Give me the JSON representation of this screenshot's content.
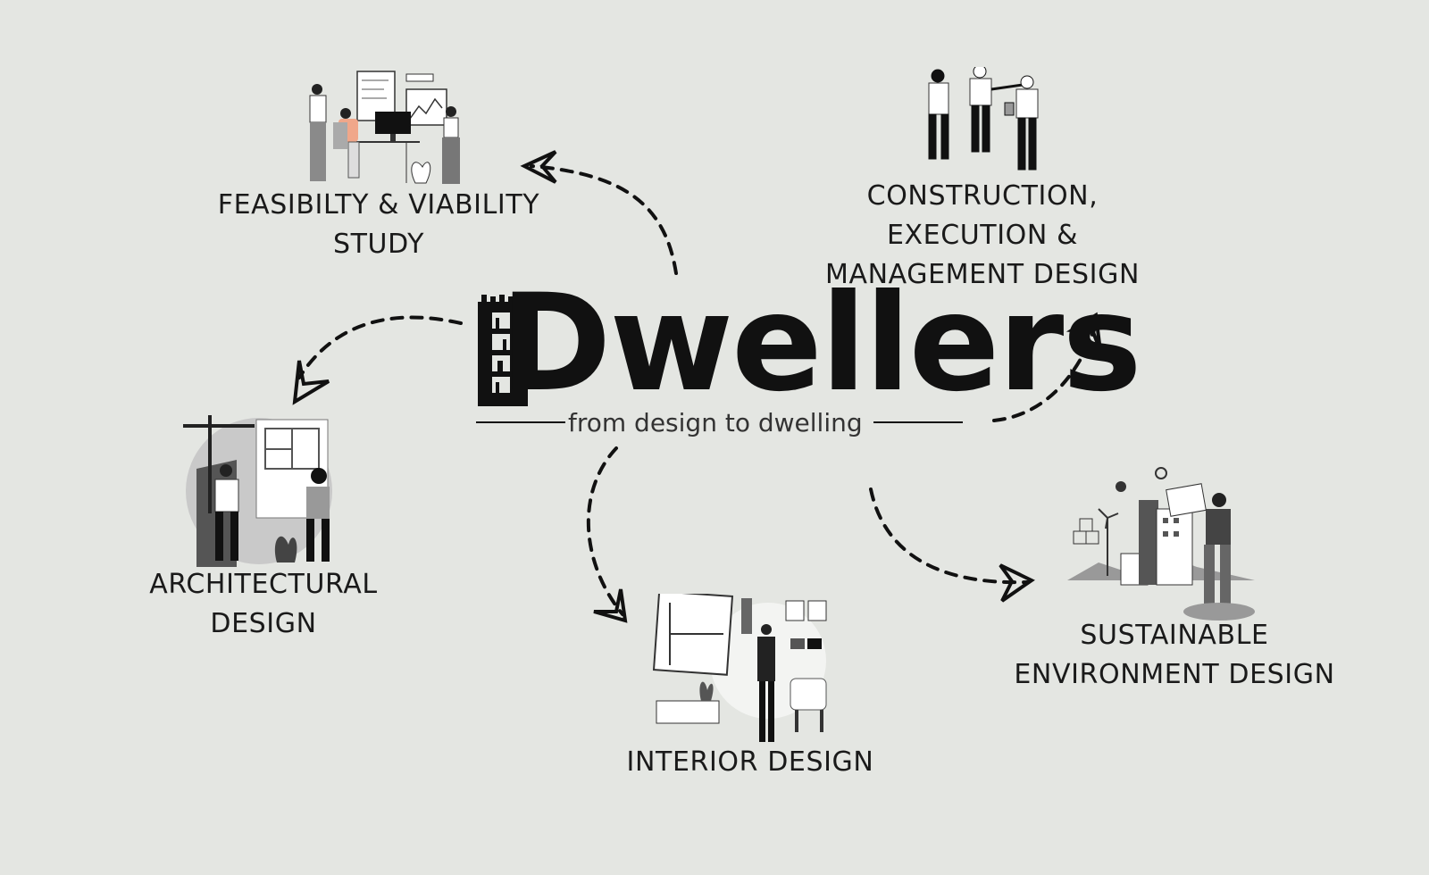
{
  "brand": {
    "name": "Dwellers",
    "tagline": "from design to dwelling"
  },
  "services": [
    {
      "id": "feasibility",
      "lines": [
        "FEASIBILTY & VIABILITY",
        "STUDY"
      ],
      "icon": "feasibility-team-icon"
    },
    {
      "id": "construction",
      "lines": [
        "CONSTRUCTION,",
        "EXECUTION &",
        "MANAGEMENT DESIGN"
      ],
      "icon": "construction-workers-icon"
    },
    {
      "id": "architectural",
      "lines": [
        "ARCHITECTURAL",
        "DESIGN"
      ],
      "icon": "architect-plan-icon"
    },
    {
      "id": "interior",
      "lines": [
        "INTERIOR DESIGN"
      ],
      "icon": "interior-designer-icon"
    },
    {
      "id": "sustainable",
      "lines": [
        "SUSTAINABLE",
        "ENVIRONMENT DESIGN"
      ],
      "icon": "green-city-icon"
    }
  ],
  "colors": {
    "background": "#e4e6e2",
    "ink": "#111111",
    "text": "#1a1a1a",
    "accent_skin": "#f0a78a"
  }
}
